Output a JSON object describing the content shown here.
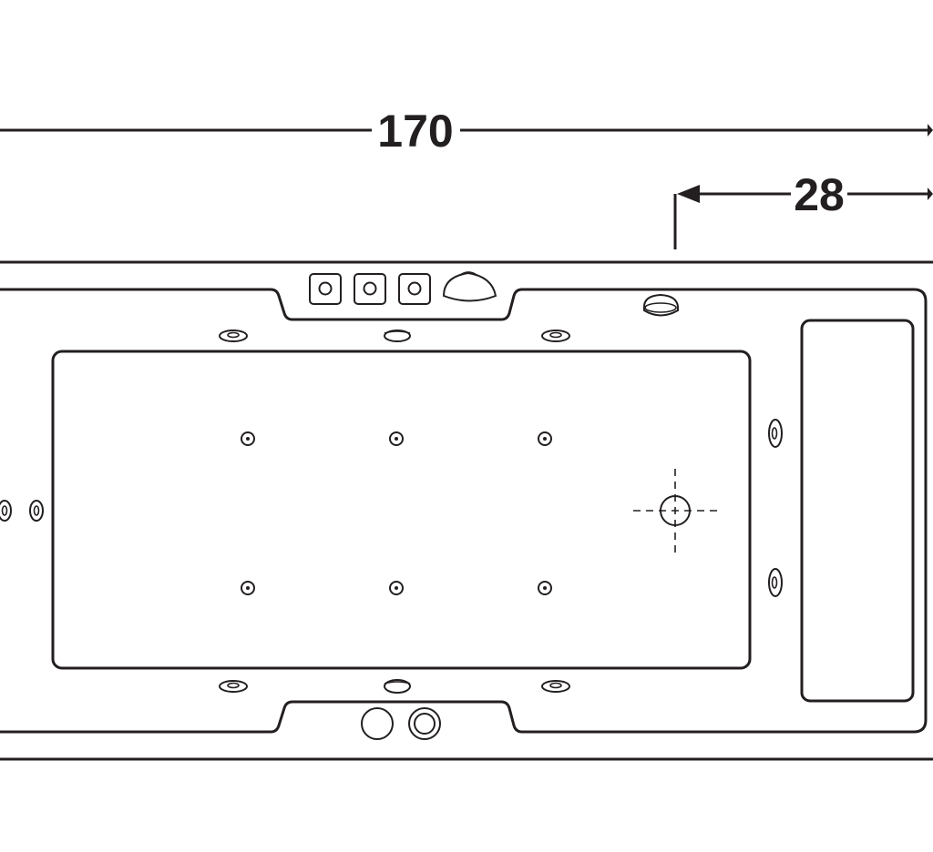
{
  "dimensions": {
    "overall_length": "170",
    "headrest_offset": "28"
  },
  "components": {
    "control_buttons": [
      "button",
      "button",
      "button"
    ],
    "waterfall_spout": "spout-icon",
    "overflow": "drain-icon",
    "side_jets_top": [
      "jet",
      "jet",
      "jet"
    ],
    "side_jets_bottom": [
      "jet",
      "jet",
      "jet"
    ],
    "floor_jets": [
      "air-jet",
      "air-jet",
      "air-jet",
      "air-jet",
      "air-jet",
      "air-jet"
    ],
    "end_jets_right": [
      "jet",
      "jet"
    ],
    "end_jets_left": [
      "jet",
      "jet"
    ],
    "bottom_controls": [
      "knob",
      "knob"
    ],
    "drain_center": "drain-icon"
  },
  "colors": {
    "line": "#231f20",
    "background": "#ffffff"
  }
}
